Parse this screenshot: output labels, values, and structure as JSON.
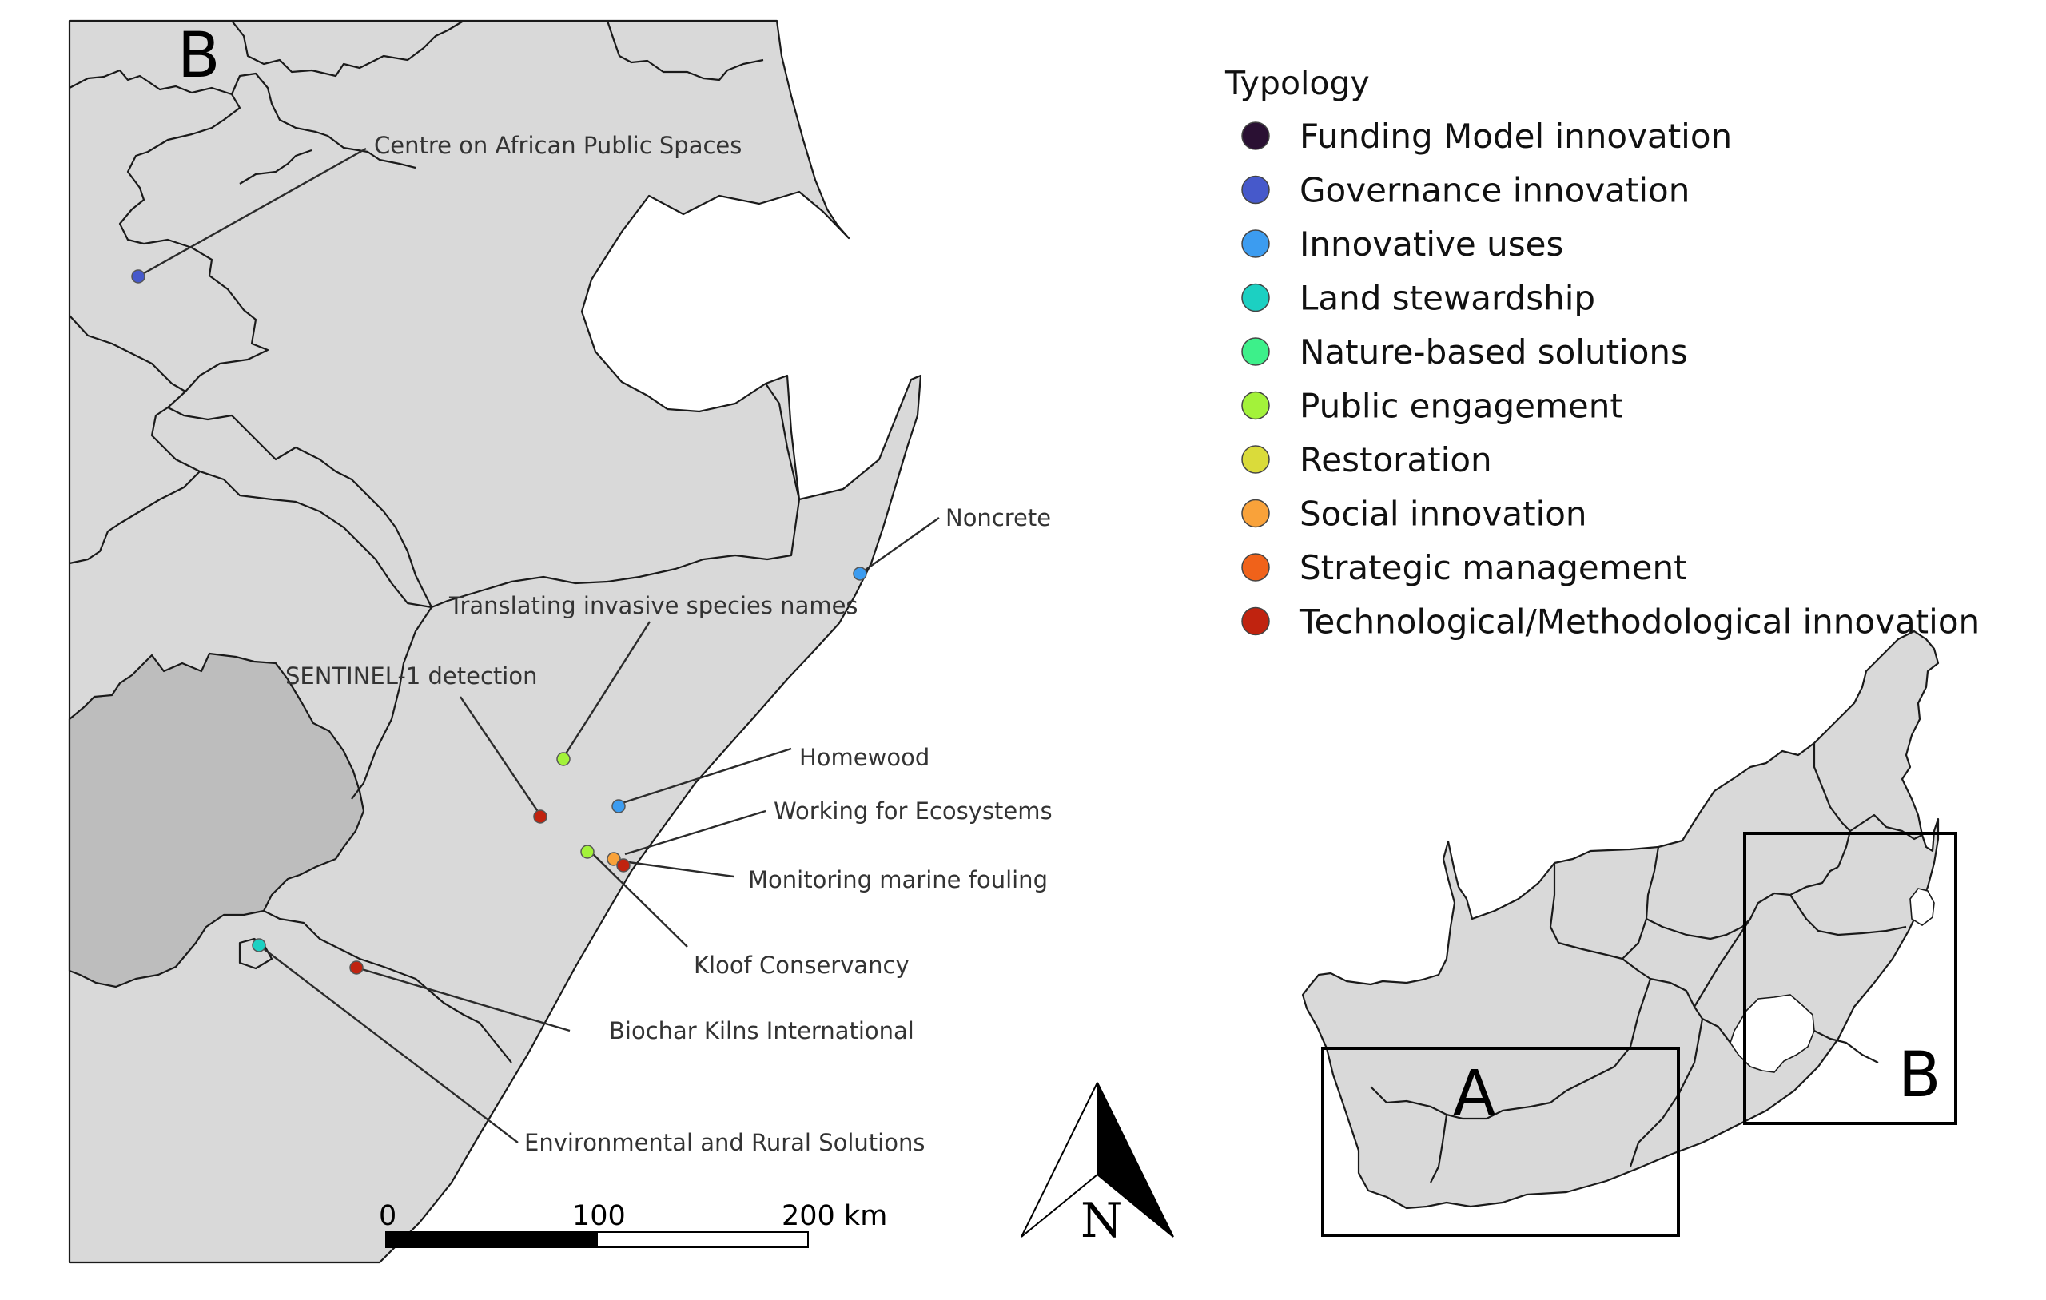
{
  "map": {
    "panel_letter": "B",
    "sites": [
      {
        "label": "Centre on African Public Spaces",
        "typology": "Governance innovation"
      },
      {
        "label": "Noncrete",
        "typology": "Innovative uses"
      },
      {
        "label": "Translating invasive species names",
        "typology": "Public engagement"
      },
      {
        "label": "SENTINEL-1 detection",
        "typology": "Technological/Methodological innovation"
      },
      {
        "label": "Homewood",
        "typology": "Innovative uses"
      },
      {
        "label": "Working for Ecosystems",
        "typology": "Social innovation"
      },
      {
        "label": "Monitoring marine fouling",
        "typology": "Technological/Methodological innovation"
      },
      {
        "label": "Kloof Conservancy",
        "typology": "Public engagement"
      },
      {
        "label": "Biochar Kilns International",
        "typology": "Technological/Methodological innovation"
      },
      {
        "label": "Environmental and Rural Solutions",
        "typology": "Land stewardship"
      }
    ]
  },
  "scale_bar": {
    "tick_0": "0",
    "tick_1": "100",
    "tick_2": "200 km"
  },
  "north_arrow": {
    "letter": "N"
  },
  "legend": {
    "title": "Typology",
    "items": [
      {
        "label": "Funding Model innovation",
        "color": "#2a1033"
      },
      {
        "label": "Governance innovation",
        "color": "#4659cb"
      },
      {
        "label": "Innovative uses",
        "color": "#3c9cf0"
      },
      {
        "label": "Land stewardship",
        "color": "#1cd0c2"
      },
      {
        "label": "Nature-based solutions",
        "color": "#3df08a"
      },
      {
        "label": "Public engagement",
        "color": "#a3f23a"
      },
      {
        "label": "Restoration",
        "color": "#dadb3a"
      },
      {
        "label": "Social innovation",
        "color": "#f9a23a"
      },
      {
        "label": "Strategic management",
        "color": "#f0621a"
      },
      {
        "label": "Technological/Methodological innovation",
        "color": "#c0230f"
      }
    ]
  },
  "inset": {
    "box_a": "A",
    "box_b": "B"
  }
}
